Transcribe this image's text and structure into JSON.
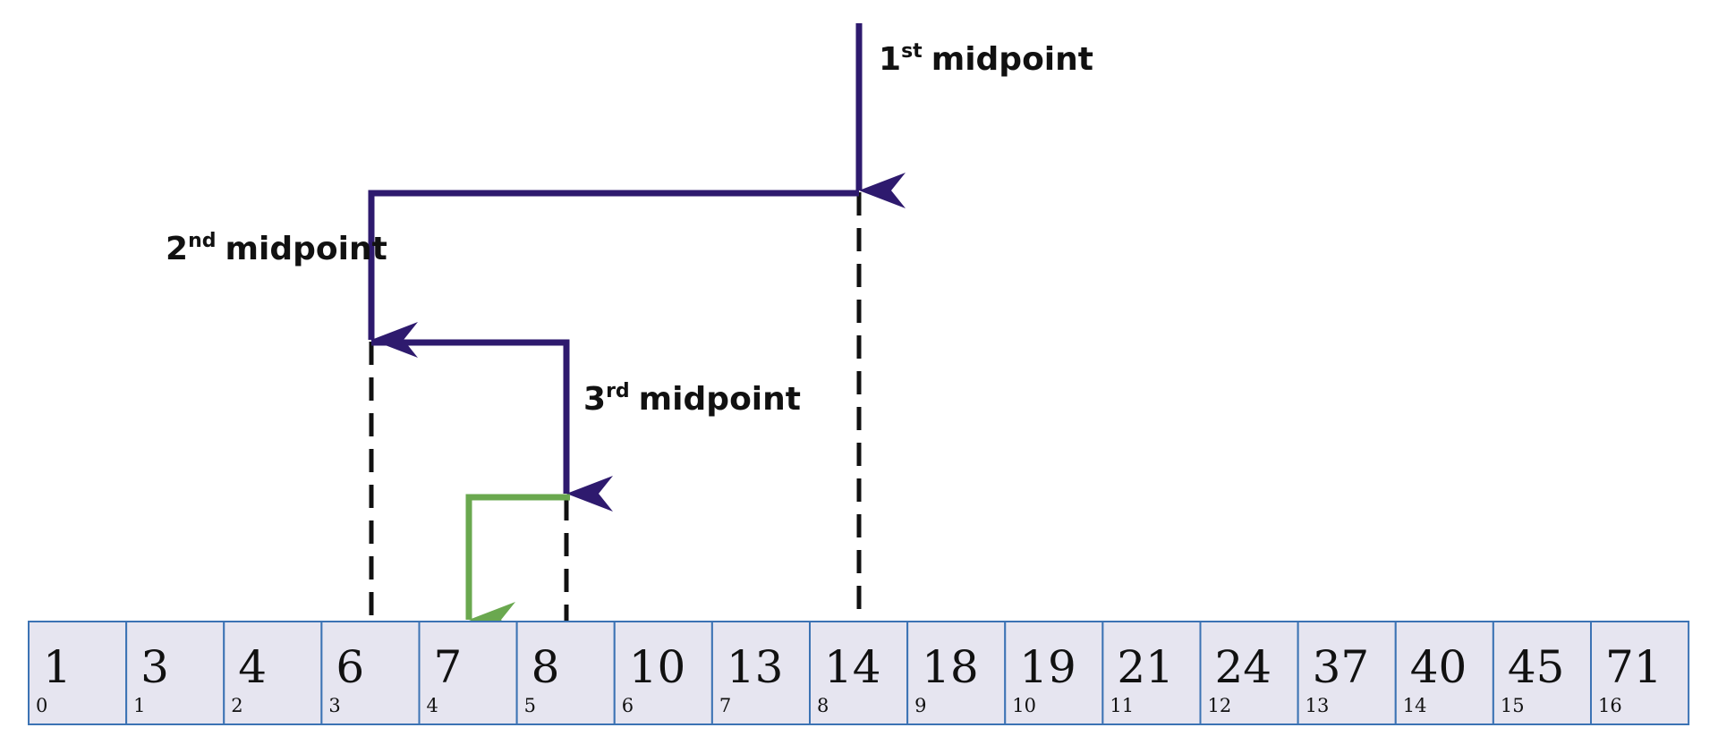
{
  "colors": {
    "arrow_primary": "#2e1a6e",
    "arrow_final": "#6aa84f",
    "dashed_guide": "#111111",
    "cell_fill": "#e6e5f0",
    "cell_border": "#3c73b4",
    "text": "#111111"
  },
  "labels": {
    "first": {
      "ordinal": "1",
      "suffix": "st",
      "word": "midpoint"
    },
    "second": {
      "ordinal": "2",
      "suffix": "nd",
      "word": "midpoint"
    },
    "third": {
      "ordinal": "3",
      "suffix": "rd",
      "word": "midpoint"
    }
  },
  "array": {
    "values": [
      "1",
      "3",
      "4",
      "6",
      "7",
      "8",
      "10",
      "13",
      "14",
      "18",
      "19",
      "21",
      "24",
      "37",
      "40",
      "45",
      "71"
    ],
    "indices": [
      "0",
      "1",
      "2",
      "3",
      "4",
      "5",
      "6",
      "7",
      "8",
      "9",
      "10",
      "11",
      "12",
      "13",
      "14",
      "15",
      "16"
    ]
  },
  "midpoint_indices": {
    "first": 8,
    "second": 3,
    "third": 5,
    "final": 4
  }
}
